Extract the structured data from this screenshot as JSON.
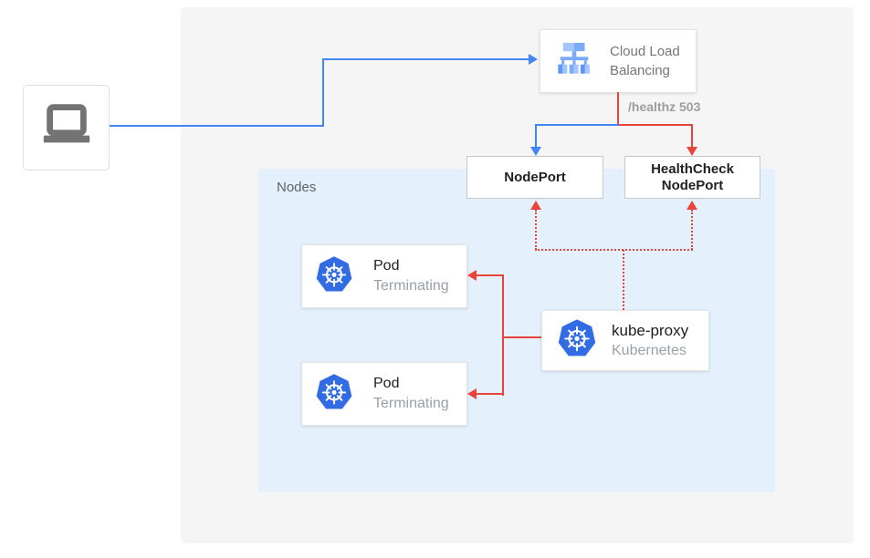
{
  "client": {
    "icon": "laptop-icon"
  },
  "load_balancer": {
    "label": "Cloud Load Balancing",
    "label_lines": [
      "Cloud Load",
      "Balancing"
    ],
    "icon": "cloud-load-balancing-icon"
  },
  "edge_labels": {
    "healthz": "/healthz 503"
  },
  "node_port": {
    "label": "NodePort"
  },
  "health_check_node_port": {
    "label_lines": [
      "HealthCheck",
      "NodePort"
    ]
  },
  "nodes_group": {
    "label": "Nodes"
  },
  "pods": [
    {
      "name": "Pod",
      "status": "Terminating",
      "icon": "kubernetes-icon"
    },
    {
      "name": "Pod",
      "status": "Terminating",
      "icon": "kubernetes-icon"
    }
  ],
  "kube_proxy": {
    "name": "kube-proxy",
    "subtitle": "Kubernetes",
    "icon": "kubernetes-icon"
  },
  "colors": {
    "blue_flow": "#4285f4",
    "red_flow": "#e8443b",
    "nodes_bg": "#e4f1fc",
    "canvas_bg": "#f5f5f5",
    "kubernetes_blue": "#326ce5",
    "lb_icon_light": "#a4c5f9",
    "lb_icon_mid": "#7baaf7",
    "lb_icon_dark": "#5e97f6"
  }
}
